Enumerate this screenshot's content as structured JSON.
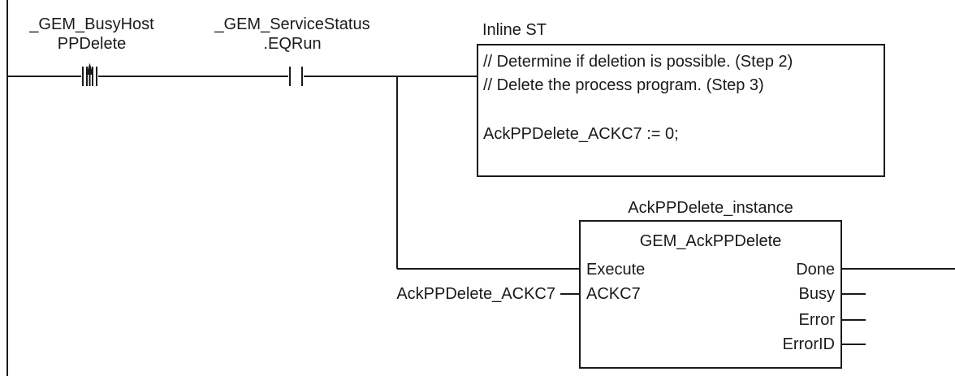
{
  "contact1": {
    "line1": "_GEM_BusyHost",
    "line2": "PPDelete",
    "type": "up-edge"
  },
  "contact2": {
    "line1": "_GEM_ServiceStatus",
    "line2": ".EQRun",
    "type": "normally-open"
  },
  "inline_st": {
    "title": "Inline ST",
    "lines": [
      "// Determine if deletion is possible. (Step 2)",
      "// Delete the process program. (Step 3)",
      "",
      "AckPPDelete_ACKC7 := 0;"
    ]
  },
  "function_block": {
    "instance": "AckPPDelete_instance",
    "type": "GEM_AckPPDelete",
    "inputs": [
      "Execute",
      "ACKC7"
    ],
    "outputs": [
      "Done",
      "Busy",
      "Error",
      "ErrorID"
    ]
  },
  "input_variable": "AckPPDelete_ACKC7"
}
